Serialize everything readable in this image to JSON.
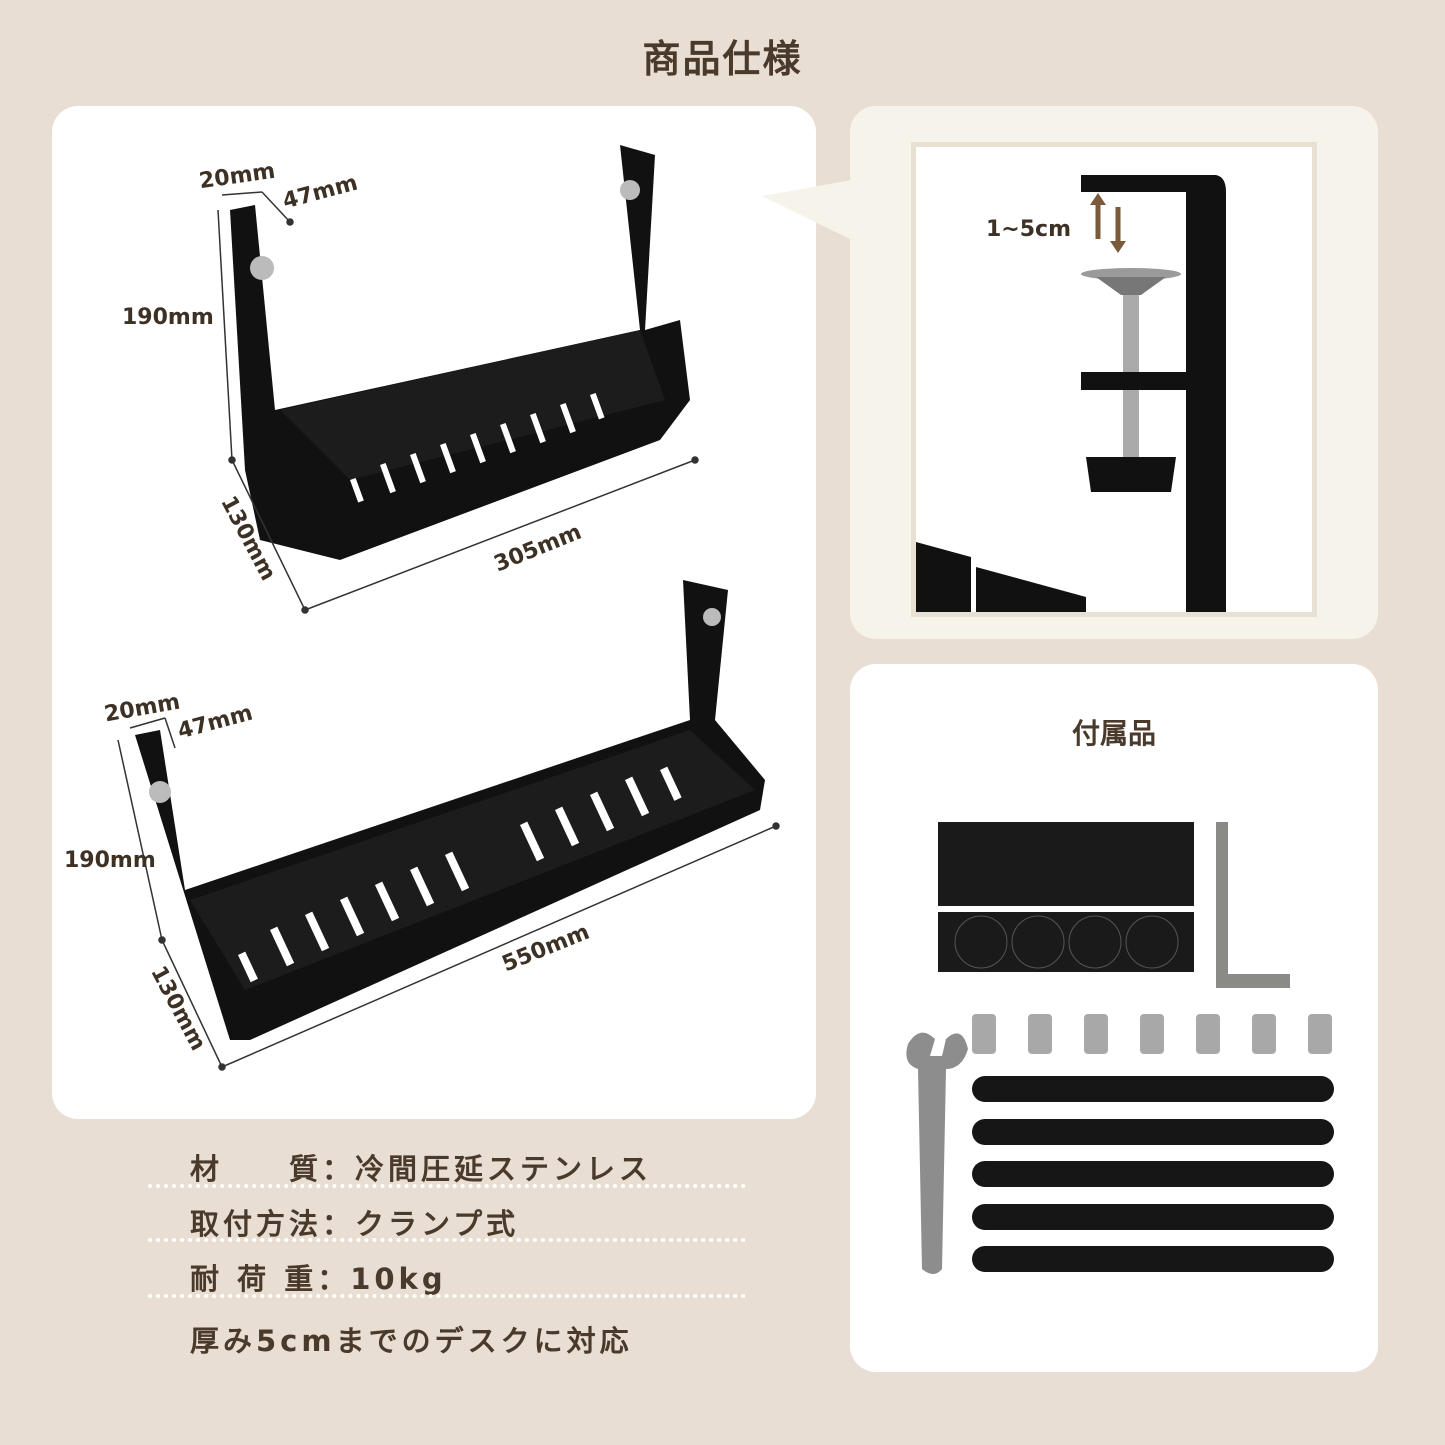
{
  "title": "商品仕様",
  "product_small": {
    "depth": "20mm",
    "clamp": "47mm",
    "height": "190mm",
    "width_side": "130mm",
    "length": "305mm"
  },
  "product_large": {
    "depth": "20mm",
    "clamp": "47mm",
    "height": "190mm",
    "width_side": "130mm",
    "length": "550mm"
  },
  "clamp_detail": {
    "range": "1~5cm"
  },
  "accessories": {
    "title": "付属品"
  },
  "specs": [
    {
      "text": "材　　質：冷間圧延ステンレス"
    },
    {
      "text": "取付方法：クランプ式"
    },
    {
      "text": "耐 荷 重：10kg"
    },
    {
      "text": "厚み5cmまでのデスクに対応"
    }
  ],
  "colors": {
    "background": "#e9ded3",
    "text": "#4a3a2b",
    "card": "#ffffff",
    "clamp_card": "#f6f3ea",
    "arrow": "#7a5a3a"
  }
}
